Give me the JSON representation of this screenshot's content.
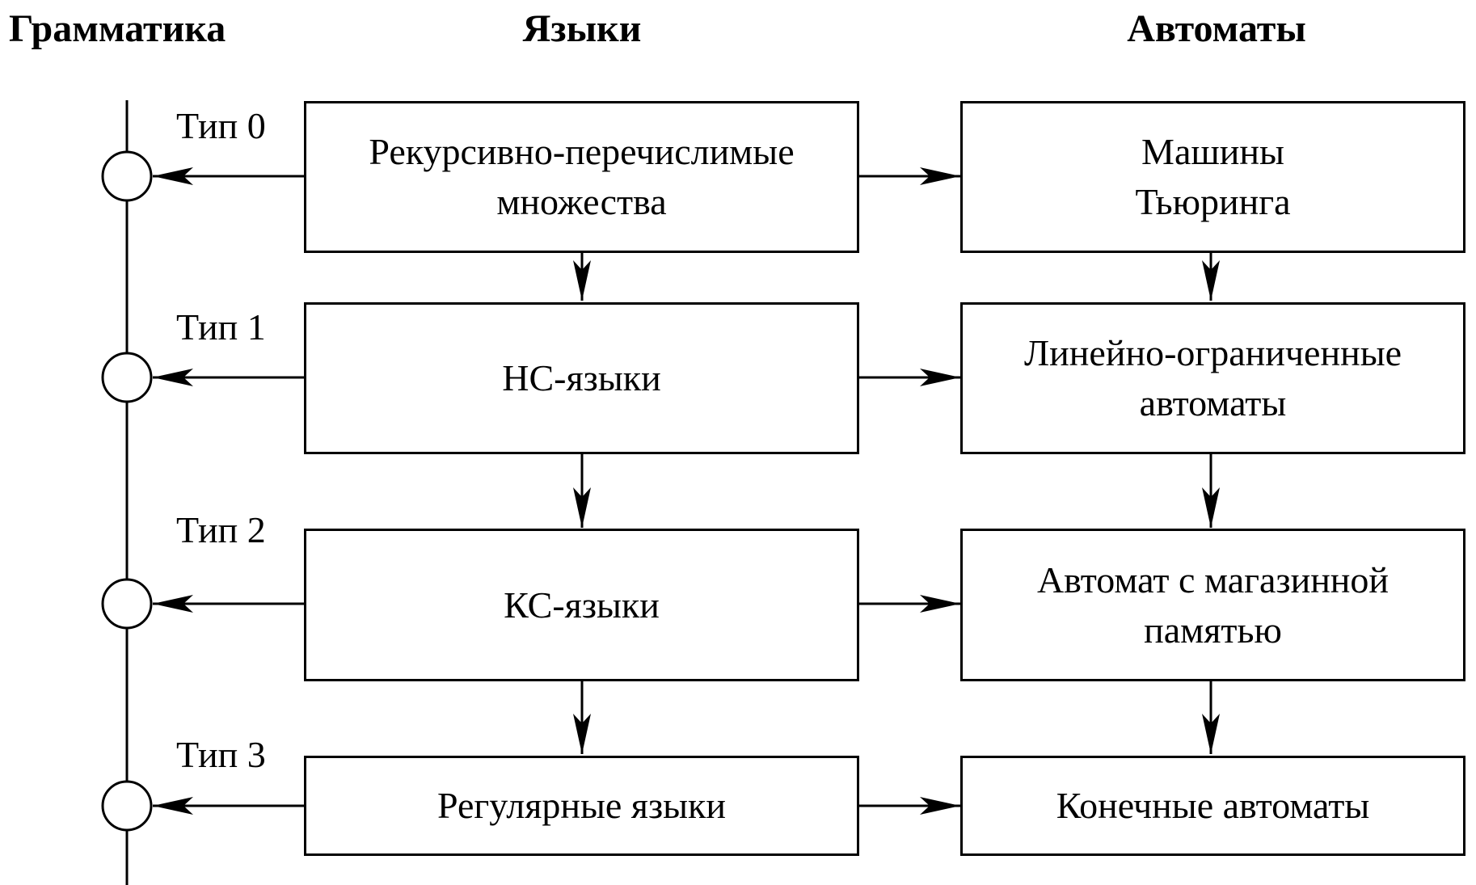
{
  "headers": {
    "grammar": "Грамматика",
    "languages": "Языки",
    "automata": "Автоматы"
  },
  "types": [
    {
      "label": "Тип 0"
    },
    {
      "label": "Тип 1"
    },
    {
      "label": "Тип 2"
    },
    {
      "label": "Тип 3"
    }
  ],
  "languages": [
    {
      "line1": "Рекурсивно-перечислимые",
      "line2": "множества"
    },
    {
      "line1": "НС-языки",
      "line2": ""
    },
    {
      "line1": "КС-языки",
      "line2": ""
    },
    {
      "line1": "Регулярные языки",
      "line2": ""
    }
  ],
  "automata": [
    {
      "line1": "Машины",
      "line2": "Тьюринга"
    },
    {
      "line1": "Линейно-ограниченные",
      "line2": "автоматы"
    },
    {
      "line1": "Автомат с магазинной",
      "line2": "памятью"
    },
    {
      "line1": "Конечные автоматы",
      "line2": ""
    }
  ]
}
